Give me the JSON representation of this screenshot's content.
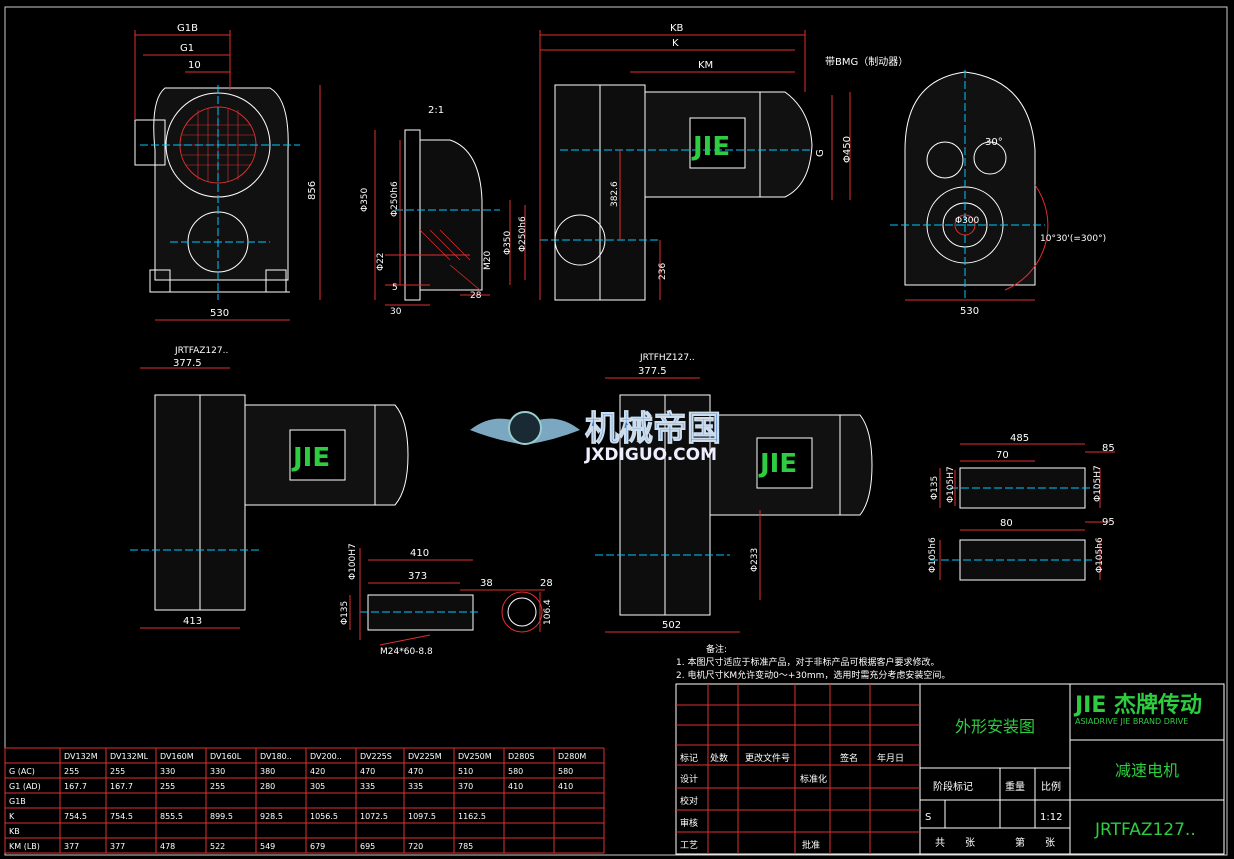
{
  "colors": {
    "background": "#000000",
    "line": "#ffffff",
    "dimension": "#ff3030",
    "centerline": "#00c8ff",
    "brand": "#2ecc40",
    "body": "#101010"
  },
  "view_top_left": {
    "dims": [
      "G1B",
      "G1",
      "10",
      "856",
      "530"
    ],
    "section_scale": "2:1",
    "section_dims": [
      "Φ350",
      "Φ250h6",
      "Φ22",
      "M20",
      "5",
      "28",
      "30"
    ]
  },
  "view_top_center": {
    "dims": [
      "KB",
      "K",
      "KM",
      "G",
      "Φ450",
      "382.6",
      "Φ350",
      "Φ250h6",
      "236"
    ],
    "brake_note": "带BMG（制动器）",
    "logo": "JIE"
  },
  "view_top_right": {
    "dims": [
      "30°",
      "Φ300",
      "10°30'(=300°)",
      "530"
    ]
  },
  "view_mid_left": {
    "model": "JRTFAZ127..",
    "dims": [
      "377.5",
      "413"
    ],
    "logo": "JIE"
  },
  "view_mid_center": {
    "model": "JRTFHZ127..",
    "dims": [
      "377.5",
      "502",
      "Φ233"
    ],
    "logo": "JIE"
  },
  "shaft_detail": {
    "dims": [
      "410",
      "373",
      "38",
      "28",
      "Φ100H7",
      "Φ135",
      "106.4",
      "M24*60-8.8"
    ]
  },
  "right_shafts": {
    "dims": [
      "485",
      "85",
      "70",
      "Φ135",
      "Φ105H7",
      "Φ105H7",
      "80",
      "95",
      "Φ105h6",
      "Φ105h6"
    ]
  },
  "watermark": {
    "cn": "机械帝国",
    "url": "JXDIGUO.COM"
  },
  "notes": {
    "heading": "备注:",
    "items": [
      "1.   本图尺寸适应于标准产品，对于非标产品可根据客户要求修改。",
      "2.   电机尺寸KM允许变动0～+30mm，选用时需充分考虑安装空间。"
    ]
  },
  "title_block": {
    "brand": "JIE 杰牌传动",
    "brand_sub": "ASIADRIVE  JIE BRAND DRIVE",
    "drawing_title": "外形安装图",
    "product": "减速电机",
    "model": "JRTFAZ127..",
    "col_headers": [
      "标记",
      "处数",
      "更改文件号",
      "签名",
      "年月日"
    ],
    "row_labels": [
      "设计",
      "校对",
      "审核",
      "工艺"
    ],
    "mid_labels": [
      "标准化",
      "批准"
    ],
    "stage_label": "阶段标记",
    "weight_label": "重量",
    "ratio_label": "比例",
    "stage_value": "S",
    "ratio_value": "1:12",
    "total_label": "共",
    "sheet_label": "张",
    "page_label": "第",
    "sheet_label2": "张"
  },
  "table": {
    "headers": [
      "",
      "DV132M",
      "DV132ML",
      "DV160M",
      "DV160L",
      "DV180..",
      "DV200..",
      "DV225S",
      "DV225M",
      "DV250M",
      "D280S",
      "D280M"
    ],
    "rows": [
      [
        "G  (AC)",
        "255",
        "255",
        "330",
        "330",
        "380",
        "420",
        "470",
        "470",
        "510",
        "580",
        "580"
      ],
      [
        "G1  (AD)",
        "167.7",
        "167.7",
        "255",
        "255",
        "280",
        "305",
        "335",
        "335",
        "370",
        "410",
        "410"
      ],
      [
        "G1B",
        "",
        "",
        "",
        "",
        "",
        "",
        "",
        "",
        "",
        "",
        ""
      ],
      [
        "K",
        "754.5",
        "754.5",
        "855.5",
        "899.5",
        "928.5",
        "1056.5",
        "1072.5",
        "1097.5",
        "1162.5",
        "",
        ""
      ],
      [
        "KB",
        "",
        "",
        "",
        "",
        "",
        "",
        "",
        "",
        "",
        "",
        ""
      ],
      [
        "KM  (LB)",
        "377",
        "377",
        "478",
        "522",
        "549",
        "679",
        "695",
        "720",
        "785",
        "",
        ""
      ]
    ]
  }
}
